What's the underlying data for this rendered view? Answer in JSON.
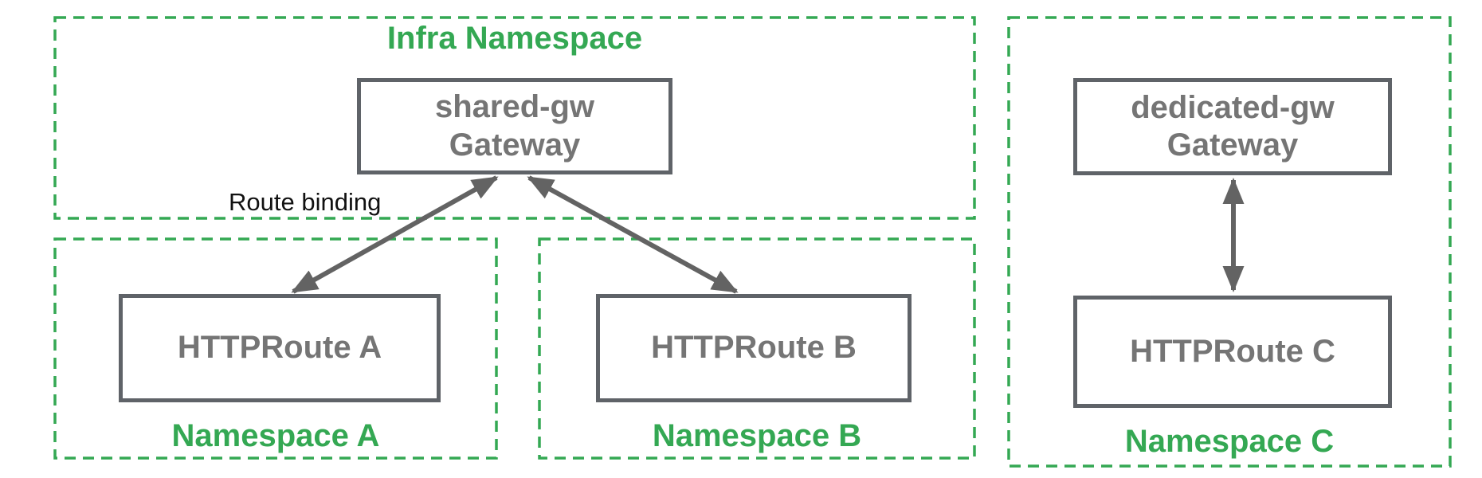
{
  "colors": {
    "namespace_green": "#34A853",
    "node_border_gray": "#5f6368",
    "node_text_gray": "#757575",
    "arrow_gray": "#636363",
    "annotation_black": "#111111",
    "background": "#ffffff"
  },
  "infra_namespace": {
    "label": "Infra Namespace",
    "gateway": {
      "name": "shared-gw",
      "kind": "Gateway"
    }
  },
  "annotations": {
    "route_binding": "Route binding"
  },
  "namespace_a": {
    "label": "Namespace A",
    "route": "HTTPRoute A"
  },
  "namespace_b": {
    "label": "Namespace B",
    "route": "HTTPRoute B"
  },
  "namespace_c": {
    "label": "Namespace C",
    "gateway": {
      "name": "dedicated-gw",
      "kind": "Gateway"
    },
    "route": "HTTPRoute C"
  }
}
